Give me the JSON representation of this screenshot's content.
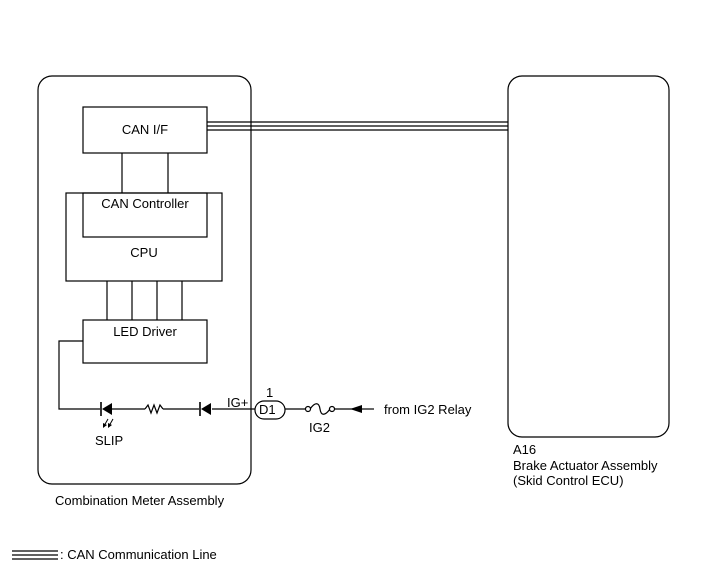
{
  "components": {
    "can_if": "CAN I/F",
    "can_controller": "CAN Controller",
    "cpu": "CPU",
    "led_driver": "LED Driver",
    "slip_led": "SLIP",
    "ig_plus": "IG+",
    "pin_number": "1",
    "connector": "D1",
    "fuse": "IG2",
    "source": "from IG2 Relay"
  },
  "assemblies": {
    "combination_meter": "Combination Meter Assembly",
    "ecu_code": "A16",
    "ecu_name_line1": "Brake Actuator Assembly",
    "ecu_name_line2": "(Skid Control ECU)"
  },
  "legend": {
    "can_line": ": CAN Communication Line"
  }
}
